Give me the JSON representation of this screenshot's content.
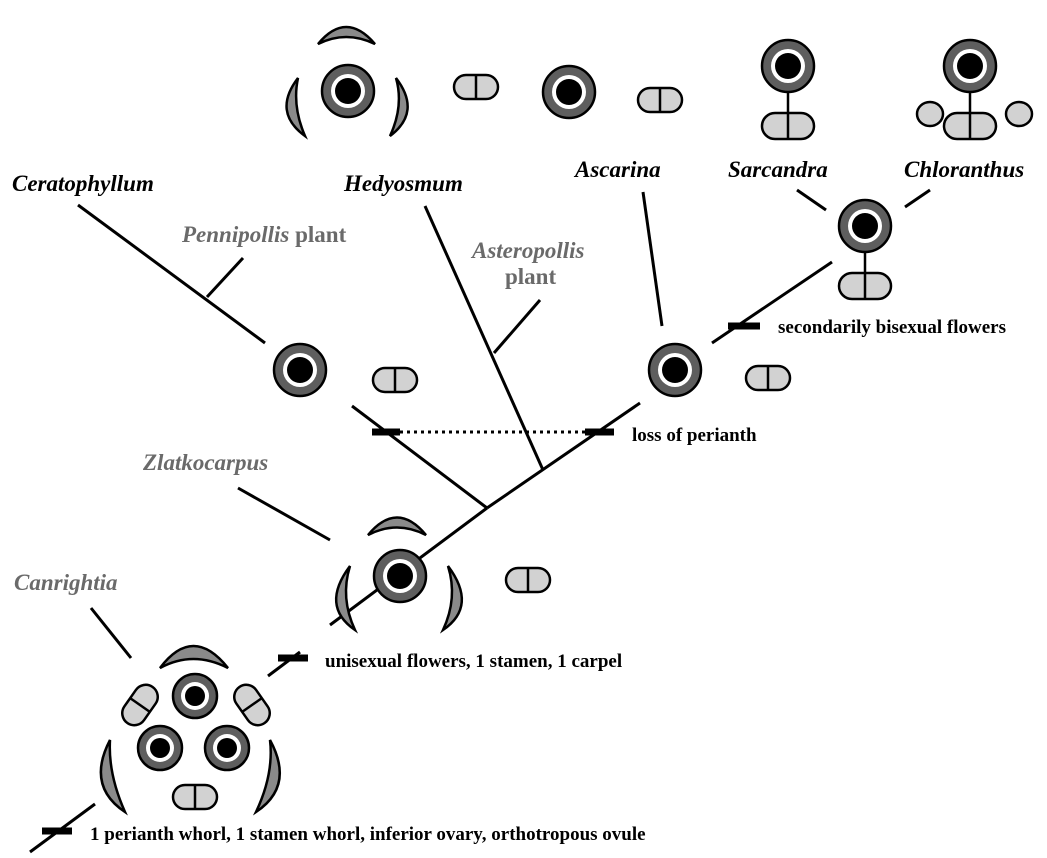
{
  "taxa": {
    "ceratophyllum": "Ceratophyllum",
    "hedyosmum": "Hedyosmum",
    "ascarina": "Ascarina",
    "sarcandra": "Sarcandra",
    "chloranthus": "Chloranthus"
  },
  "fossils": {
    "pennipollis": "Pennipollis",
    "pennipollis_suffix": " plant",
    "asteropollis": "Asteropollis",
    "asteropollis_suffix": "plant",
    "zlatkocarpus": "Zlatkocarpus",
    "canrightia": "Canrightia"
  },
  "characters": {
    "secondarily_bisexual": "secondarily bisexual flowers",
    "loss_of_perianth": "loss of perianth",
    "unisexual": "unisexual flowers, 1 stamen, 1 carpel",
    "basal": "1 perianth whorl, 1 stamen whorl, inferior ovary, orthotropous ovule"
  },
  "colors": {
    "perianth": "#8a8a8a",
    "carpel_ring": "#5e5e5e",
    "stamen": "#d2d2d2",
    "fossil_label": "#6a6a6a"
  }
}
